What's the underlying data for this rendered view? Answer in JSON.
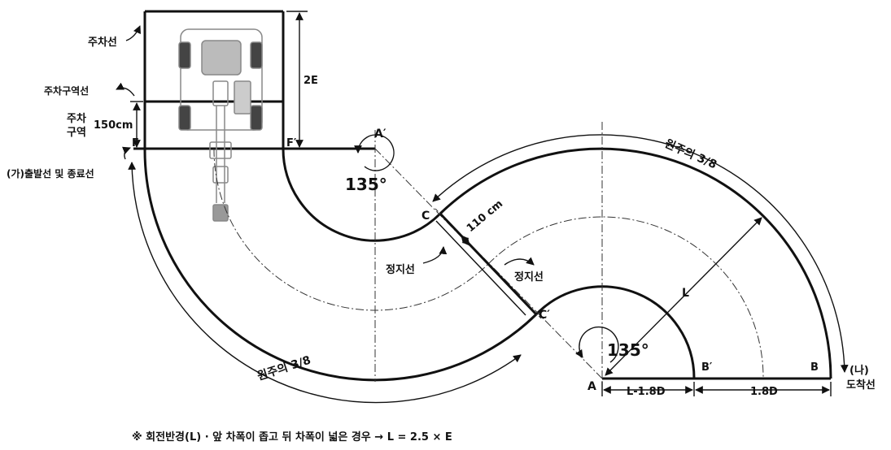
{
  "labels": {
    "parking_line": "주차선",
    "parking_zone_line": "주차구역선",
    "parking_zone_1": "주차",
    "parking_zone_2": "구역",
    "dim_150": "150cm",
    "start_end_line": "(가)출발선 및 종료선",
    "F": "F",
    "F_prime": "F′",
    "dim_2E": "2E",
    "A_prime": "A′",
    "angle_top": "135°",
    "angle_bottom": "135°",
    "C": "C",
    "C_prime": "C′",
    "dim_110": "110 cm",
    "stop_line_1": "정지선",
    "stop_line_2": "정지선",
    "arc_top": "원주의 3/8",
    "arc_bottom": "원주의 3/8",
    "L": "L",
    "A": "A",
    "B_prime": "B′",
    "B": "B",
    "dim_L18D": "L-1.8D",
    "dim_18D": "1.8D",
    "arrival_1": "(나)",
    "arrival_2": "도착선",
    "footnote": "※ 회전반경(L) · 앞 차폭이 좁고 뒤 차폭이 넓은 경우 → L = 2.5 × E"
  },
  "colors": {
    "line": "#111111",
    "center": "#333333",
    "vehicle": "#888888"
  }
}
